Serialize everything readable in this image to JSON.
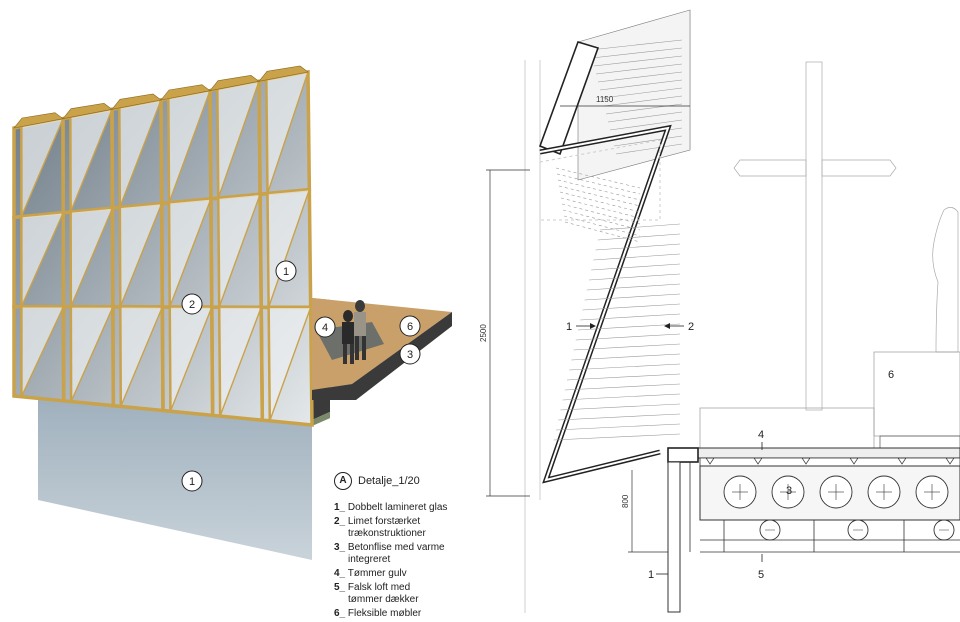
{
  "callouts_left": [
    "1",
    "2",
    "4",
    "6",
    "3",
    "1"
  ],
  "detail": {
    "letter": "A",
    "title": "Detalje_1/20"
  },
  "legend": [
    {
      "num": "1_",
      "text": "Dobbelt lamineret glas",
      "sub": ""
    },
    {
      "num": "2_",
      "text": "Limet forstærket",
      "sub": "trækonstruktioner"
    },
    {
      "num": "3_",
      "text": "Betonflise med varme",
      "sub": "integreret"
    },
    {
      "num": "4_",
      "text": "Tømmer gulv",
      "sub": ""
    },
    {
      "num": "5_",
      "text": "Falsk loft med",
      "sub": "tømmer dækker"
    },
    {
      "num": "6_",
      "text": "Fleksible møbler",
      "sub": ""
    }
  ],
  "section": {
    "dim_top": "1150",
    "dim_height": "2500",
    "dim_low": "800",
    "labels": {
      "l1": "1",
      "l2": "2",
      "l3": "3",
      "l4": "4",
      "l5": "5",
      "l6": "6",
      "l1b": "1"
    }
  },
  "colors": {
    "wood": "#c9a24a",
    "glass": "#d8dde0",
    "concrete": "#b8c3cb",
    "floor": "#c79a62"
  }
}
